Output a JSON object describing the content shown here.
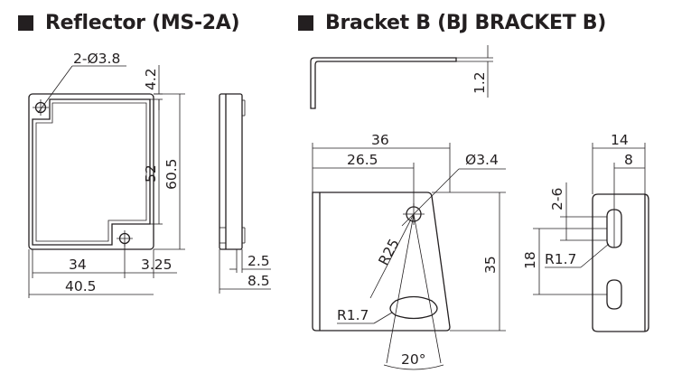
{
  "reflector": {
    "title": "Reflector (MS-2A)",
    "dims": {
      "hole": "2-Ø3.8",
      "top_offset": "4.2",
      "inner_height": "52",
      "height": "60.5",
      "hole_pitch": "34",
      "side_offset": "3.25",
      "width": "40.5",
      "thickness_a": "2.5",
      "thickness_b": "8.5"
    }
  },
  "bracket": {
    "title": "Bracket B (BJ BRACKET B)",
    "dims": {
      "thickness": "1.2",
      "width": "36",
      "hole_x": "26.5",
      "hole": "Ø3.4",
      "radius": "R25",
      "height": "35",
      "slot_radius": "R1.7",
      "angle": "20°",
      "side_width": "14",
      "side_hole_x": "8",
      "slot_range": "2-6",
      "side_pitch": "18",
      "side_slot_radius": "R1.7"
    }
  }
}
